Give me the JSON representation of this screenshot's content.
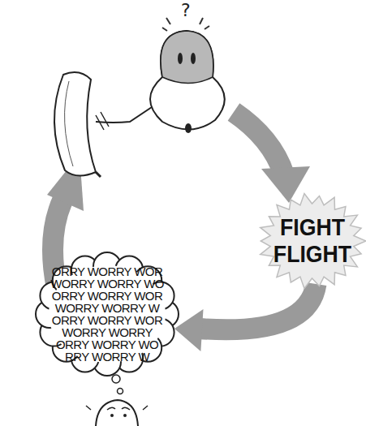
{
  "diagram": {
    "nodes": [
      {
        "text": [
          "FIGHT FLIGHT"
        ]
      },
      {
        "text": [
          "ORRY WORRY WOR",
          "WORRY WORRY WO",
          "ORRY WORRY WOR",
          "WORRY WORRY W",
          "ORRY WORRY WOR",
          "WORRY WORRY",
          "ORRY WORRY WO",
          "RRY WORRY W"
        ]
      }
    ],
    "edges": [
      {
        "from": 0,
        "to": 1,
        "arrow": "to"
      }
    ],
    "labels": [
      "?"
    ]
  }
}
